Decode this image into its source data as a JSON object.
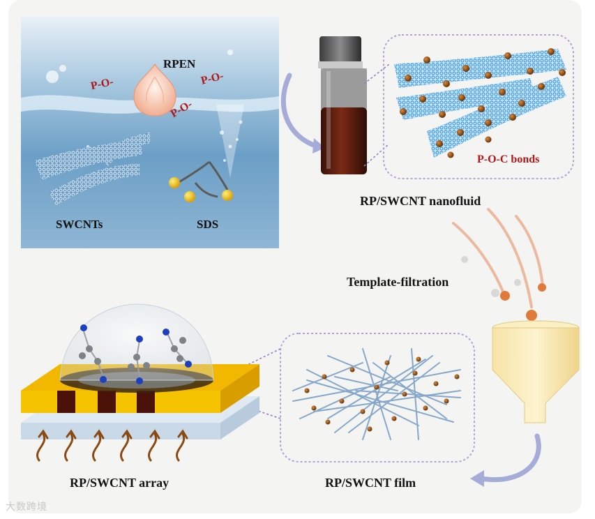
{
  "labels": {
    "rpen": "RPEN",
    "po1": "P-O-",
    "po2": "P-O-",
    "po3": "P-O-",
    "swcnts": "SWCNTs",
    "sds": "SDS",
    "nanofluid": "RP/SWCNT nanofluid",
    "poc": "P-O-C bonds",
    "template": "Template-filtration",
    "array": "RP/SWCNT array",
    "film": "RP/SWCNT film"
  },
  "watermark": "大数跨境",
  "colors": {
    "bond_red": "#b01818",
    "water_blue": "#6fa3c9",
    "nanotube_blue": "#3b9ad4",
    "rp_particle": "#8a4a12",
    "gold_electrode": "#f2b800",
    "dotted_frame": "#b0a2d6"
  }
}
